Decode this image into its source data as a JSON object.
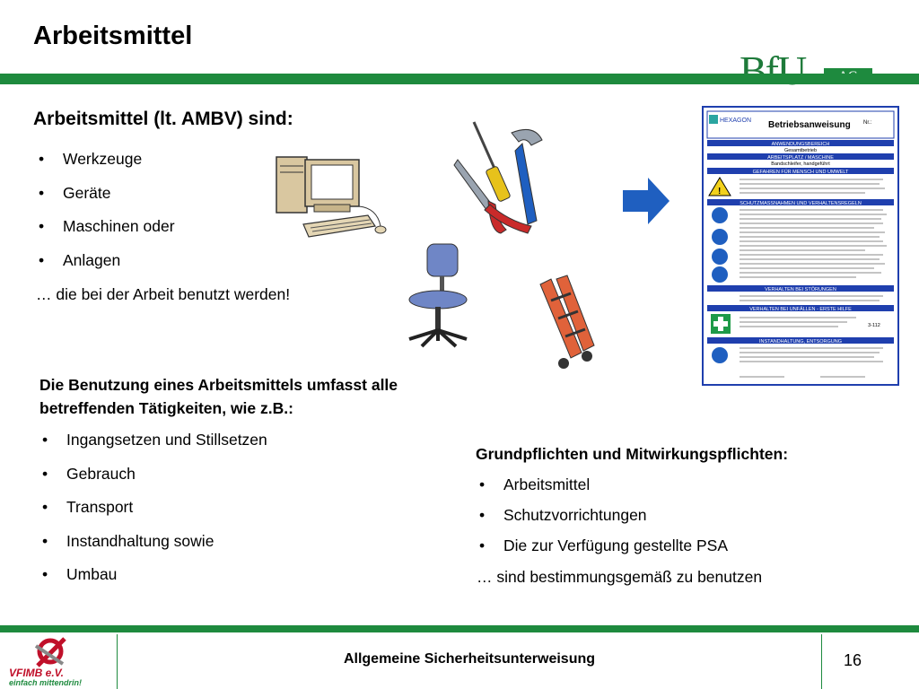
{
  "header": {
    "title": "Arbeitsmittel",
    "logo_main": "BfU",
    "logo_suffix": "AG"
  },
  "section1": {
    "title": "Arbeitsmittel (lt. AMBV) sind:",
    "items": [
      "Werkzeuge",
      "Geräte",
      "Maschinen oder",
      "Anlagen"
    ],
    "note": "… die bei der Arbeit benutzt werden!"
  },
  "section2": {
    "title": "Die Benutzung eines Arbeitsmittels umfasst alle betreffenden Tätigkeiten, wie z.B.:",
    "items": [
      "Ingangsetzen und Stillsetzen",
      "Gebrauch",
      "Transport",
      "Instandhaltung sowie",
      "Umbau"
    ]
  },
  "section3": {
    "title": "Grundpflichten und Mitwirkungspflichten:",
    "items": [
      "Arbeitsmittel",
      "Schutzvorrichtungen",
      "Die zur Verfügung gestellte PSA"
    ],
    "note": "… sind bestimmungsgemäß zu benutzen"
  },
  "operating_sheet": {
    "company": "HEXAGON",
    "title": "Betriebsanweisung",
    "number_label": "Nr.:",
    "sections": [
      "ANWENDUNGSBEREICH",
      "ARBEITSPLATZ / MASCHINE",
      "GEFAHREN FÜR MENSCH UND UMWELT",
      "SCHUTZMASSNAHMEN UND VERHALTENSREGELN",
      "VERHALTEN BEI STÖRUNGEN",
      "VERHALTEN BEI UNFÄLLEN - ERSTE HILFE",
      "INSTANDHALTUNG, ENTSORGUNG"
    ],
    "sub_lines": [
      "Gesamtbetrieb",
      "Bandschleifer, handgeführt"
    ],
    "phone": "3-112"
  },
  "footer": {
    "logo_name": "VFIMB e.V.",
    "logo_slogan": "einfach mittendrin!",
    "text": "Allgemeine Sicherheitsunterweisung",
    "page": "16"
  },
  "colors": {
    "green": "#1e8a3e",
    "blue_arrow": "#1f5fc0",
    "sheet_blue": "#1f3fae",
    "logo_red": "#c0102a"
  }
}
